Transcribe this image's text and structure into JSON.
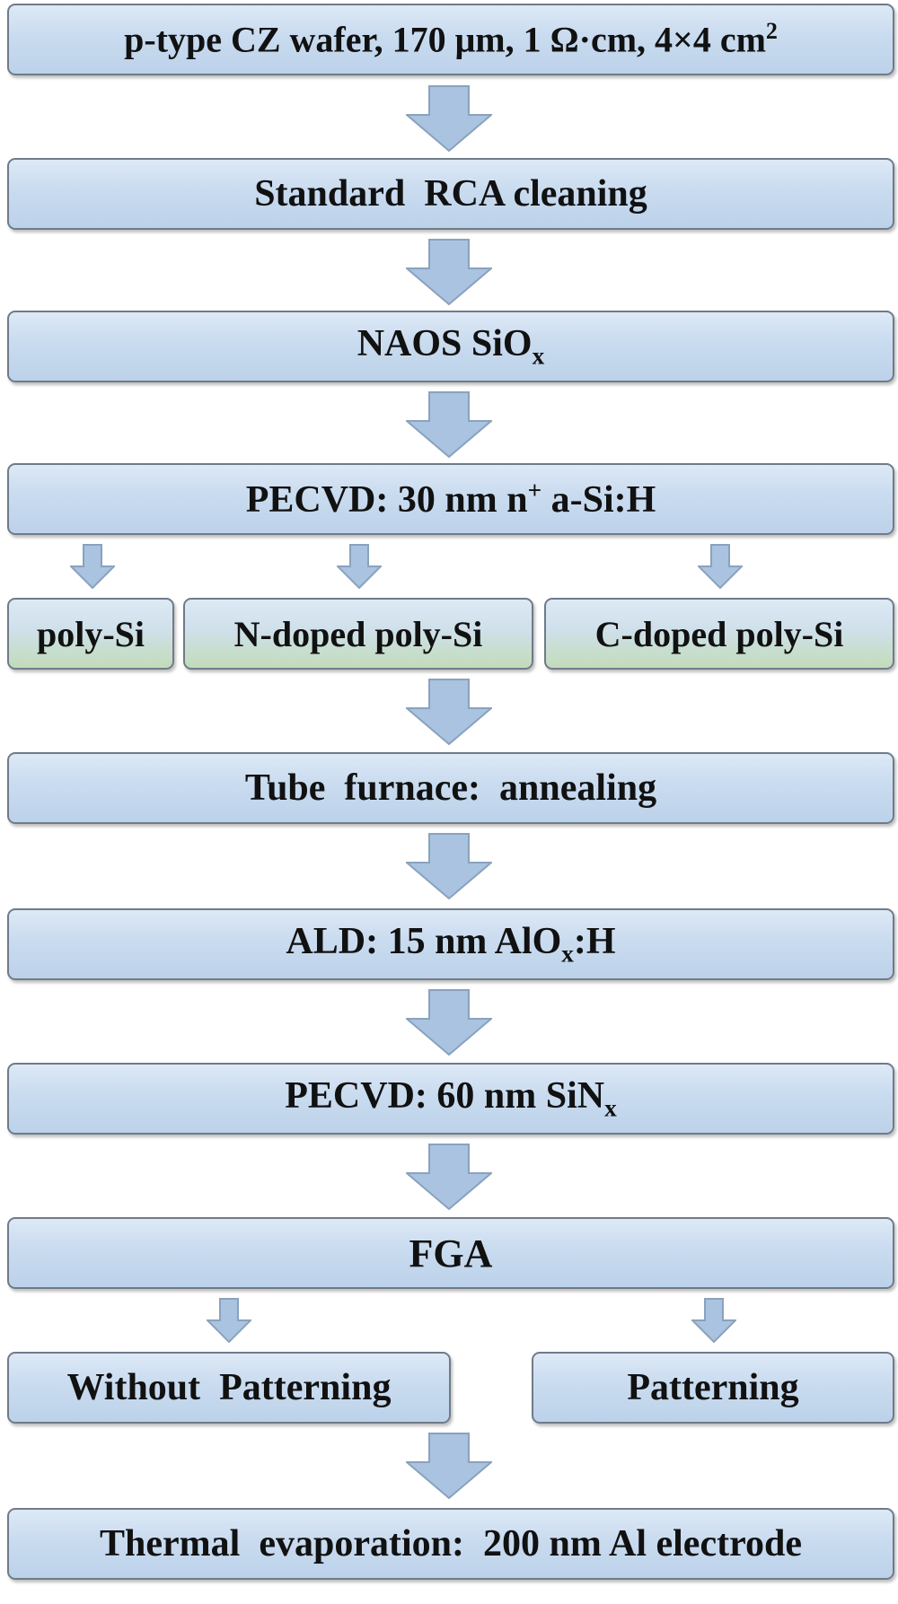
{
  "steps": {
    "wafer": {
      "text": "p-type CZ wafer, 170 μm, 1 Ω·cm, 4×4 cm",
      "sup": "2"
    },
    "rca": "Standard  RCA cleaning",
    "naos": {
      "text": "NAOS SiO",
      "sub": "x"
    },
    "pecvd_a": {
      "pre": "PECVD: 30 nm n",
      "sup": "+",
      "post": " a-Si:H"
    },
    "poly": "poly-Si",
    "n_poly": "N-doped poly-Si",
    "c_poly": "C-doped poly-Si",
    "tube": "Tube  furnace:  annealing",
    "ald": {
      "pre": "ALD: 15 nm AlO",
      "sub": "x",
      "post": ":H"
    },
    "pecvd_b": {
      "text": "PECVD: 60 nm SiN",
      "sub": "x"
    },
    "fga": "FGA",
    "no_pattern": "Without  Patterning",
    "pattern": "Patterning",
    "thermal": "Thermal  evaporation:  200 nm Al electrode"
  },
  "colors": {
    "box_fill": "#c9dbef",
    "box_fill_green": "#c2dcb8",
    "border": "#6f7b88",
    "arrow_fill": "#a9c3e0"
  }
}
